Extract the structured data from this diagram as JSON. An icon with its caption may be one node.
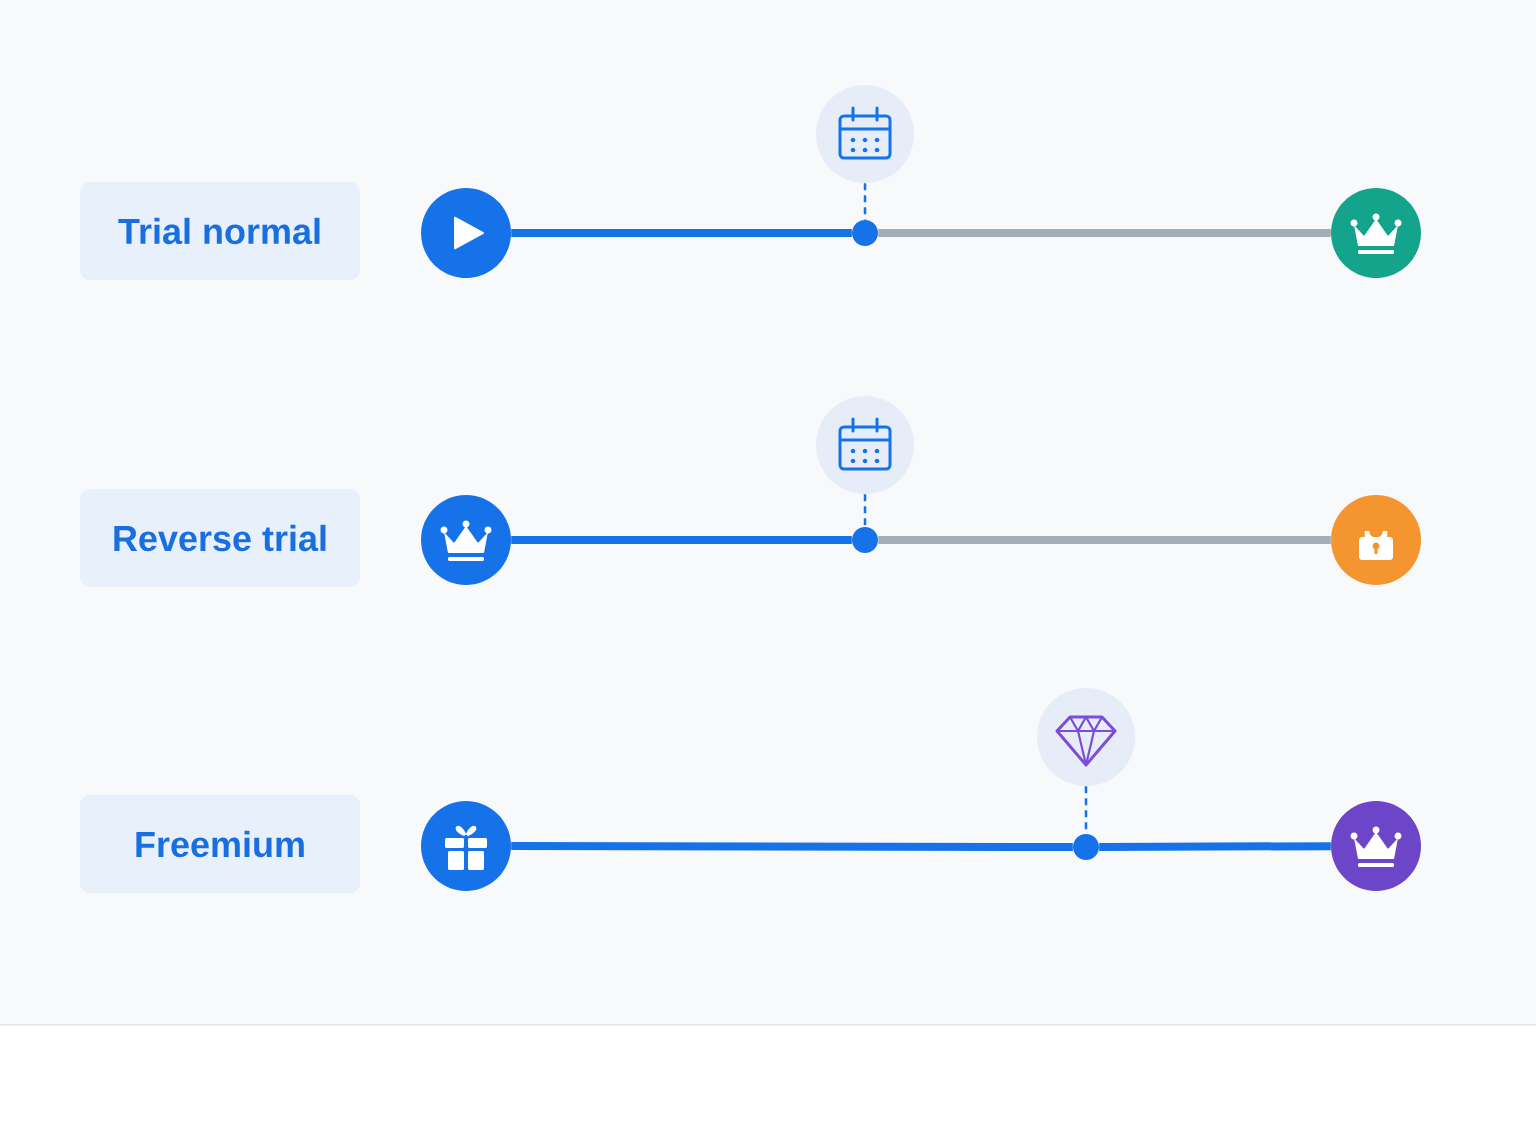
{
  "diagram": {
    "nodes": [
      {
        "text": [
          "Trial normal"
        ]
      },
      {
        "text": [],
        "shape": "circle"
      },
      {
        "text": [],
        "shape": "circle"
      },
      {
        "text": [],
        "shape": "circle"
      },
      {
        "text": [],
        "shape": "circle"
      },
      {
        "text": [
          "Reverse trial"
        ]
      },
      {
        "text": [],
        "shape": "circle"
      },
      {
        "text": [],
        "shape": "circle"
      },
      {
        "text": [],
        "shape": "circle"
      },
      {
        "text": [],
        "shape": "circle"
      },
      {
        "text": [
          "Freemium"
        ]
      },
      {
        "text": [],
        "shape": "circle"
      },
      {
        "text": [],
        "shape": "circle"
      },
      {
        "text": [],
        "shape": "circle"
      },
      {
        "text": [],
        "shape": "circle"
      }
    ],
    "edges": [
      {
        "from": 2,
        "to": 3,
        "arrow": "none"
      },
      {
        "from": 3,
        "to": 4,
        "arrow": "none",
        "color": "#a3adb8"
      },
      {
        "from": 1,
        "to": 3,
        "arrow": "none",
        "style": "dashed"
      },
      {
        "from": 7,
        "to": 8,
        "arrow": "none"
      },
      {
        "from": 8,
        "to": 9,
        "arrow": "none",
        "color": "#a3adb8"
      },
      {
        "from": 6,
        "to": 8,
        "arrow": "none",
        "style": "dashed"
      },
      {
        "from": 12,
        "to": 13,
        "arrow": "none"
      },
      {
        "from": 13,
        "to": 14,
        "arrow": "none"
      },
      {
        "from": 11,
        "to": 13,
        "arrow": "none",
        "style": "dashed"
      }
    ]
  }
}
